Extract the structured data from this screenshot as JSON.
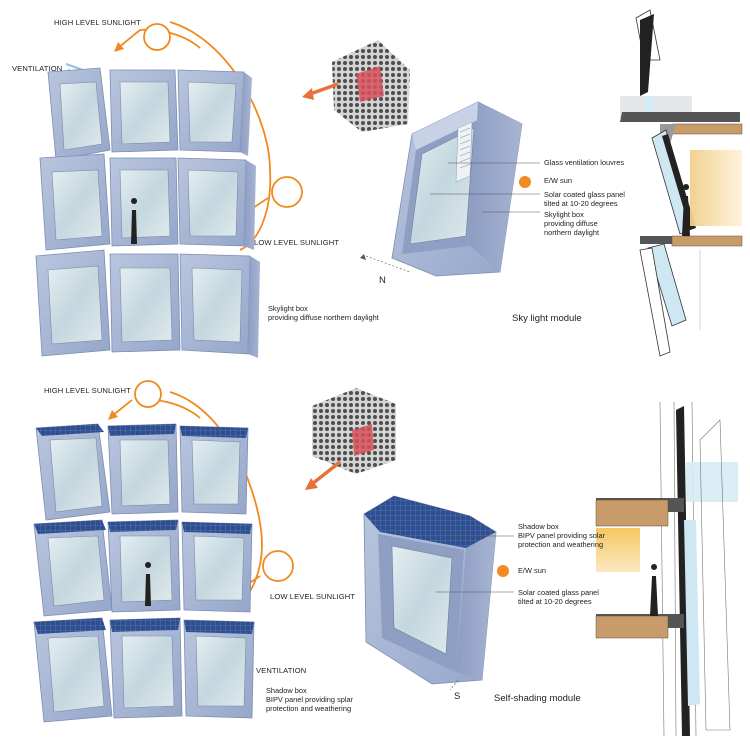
{
  "top_panel": {
    "high_sunlight": "HIGH LEVEL SUNLIGHT",
    "ventilation": "VENTILATION",
    "low_sunlight": "LOW LEVEL SUNLIGHT",
    "skylight_note": [
      "Skylight box",
      "providing diffuse northern daylight"
    ],
    "module": {
      "callouts": [
        [
          "Glass ventilation louvres"
        ],
        [
          "E/W sun"
        ],
        [
          "Solar coated glass panel",
          "tilted at 10-20 degrees"
        ],
        [
          "Skylight box",
          "providing diffuse",
          "northern daylight"
        ]
      ],
      "orientation": "N",
      "title": "Sky light module"
    }
  },
  "bottom_panel": {
    "high_sunlight": "HIGH LEVEL SUNLIGHT",
    "low_sunlight": "LOW LEVEL SUNLIGHT",
    "ventilation": "VENTILATION",
    "shadow_note": [
      "Shadow box",
      "BIPV panel providing splar",
      "protection and  weathering"
    ],
    "module": {
      "callouts": [
        [
          "Shadow box",
          "BIPV panel providing solar",
          "protection and  weathering"
        ],
        [
          "E/W sun"
        ],
        [
          "Solar coated glass panel",
          "tilted at 10-20 degrees"
        ]
      ],
      "orientation": "S",
      "title": "Self-shading module"
    }
  },
  "colors": {
    "sun_orange": "#F08A1E",
    "arrow_orange": "#E8703A",
    "box_blue": "#A9B9D6",
    "box_blue_dark": "#8597BC",
    "glass": "#C9DDE3",
    "pv_navy": "#2E4E8F",
    "wood": "#C89B6A",
    "daylight_yellow": "#F4D9A0"
  }
}
